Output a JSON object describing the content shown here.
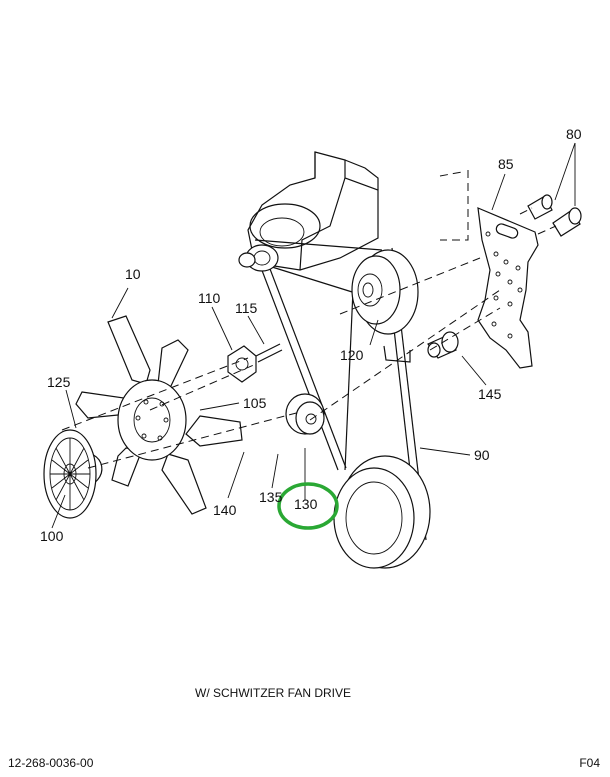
{
  "callouts": {
    "c10": "10",
    "c80": "80",
    "c85": "85",
    "c90": "90",
    "c100": "100",
    "c105": "105",
    "c110": "110",
    "c115": "115",
    "c120": "120",
    "c125": "125",
    "c130": "130",
    "c135": "135",
    "c140": "140",
    "c145": "145"
  },
  "caption": "W/ SCHWITZER FAN DRIVE",
  "footer": {
    "part_number": "12-268-0036-00",
    "figure_code": "F04"
  },
  "highlight_color": "#2aa834"
}
